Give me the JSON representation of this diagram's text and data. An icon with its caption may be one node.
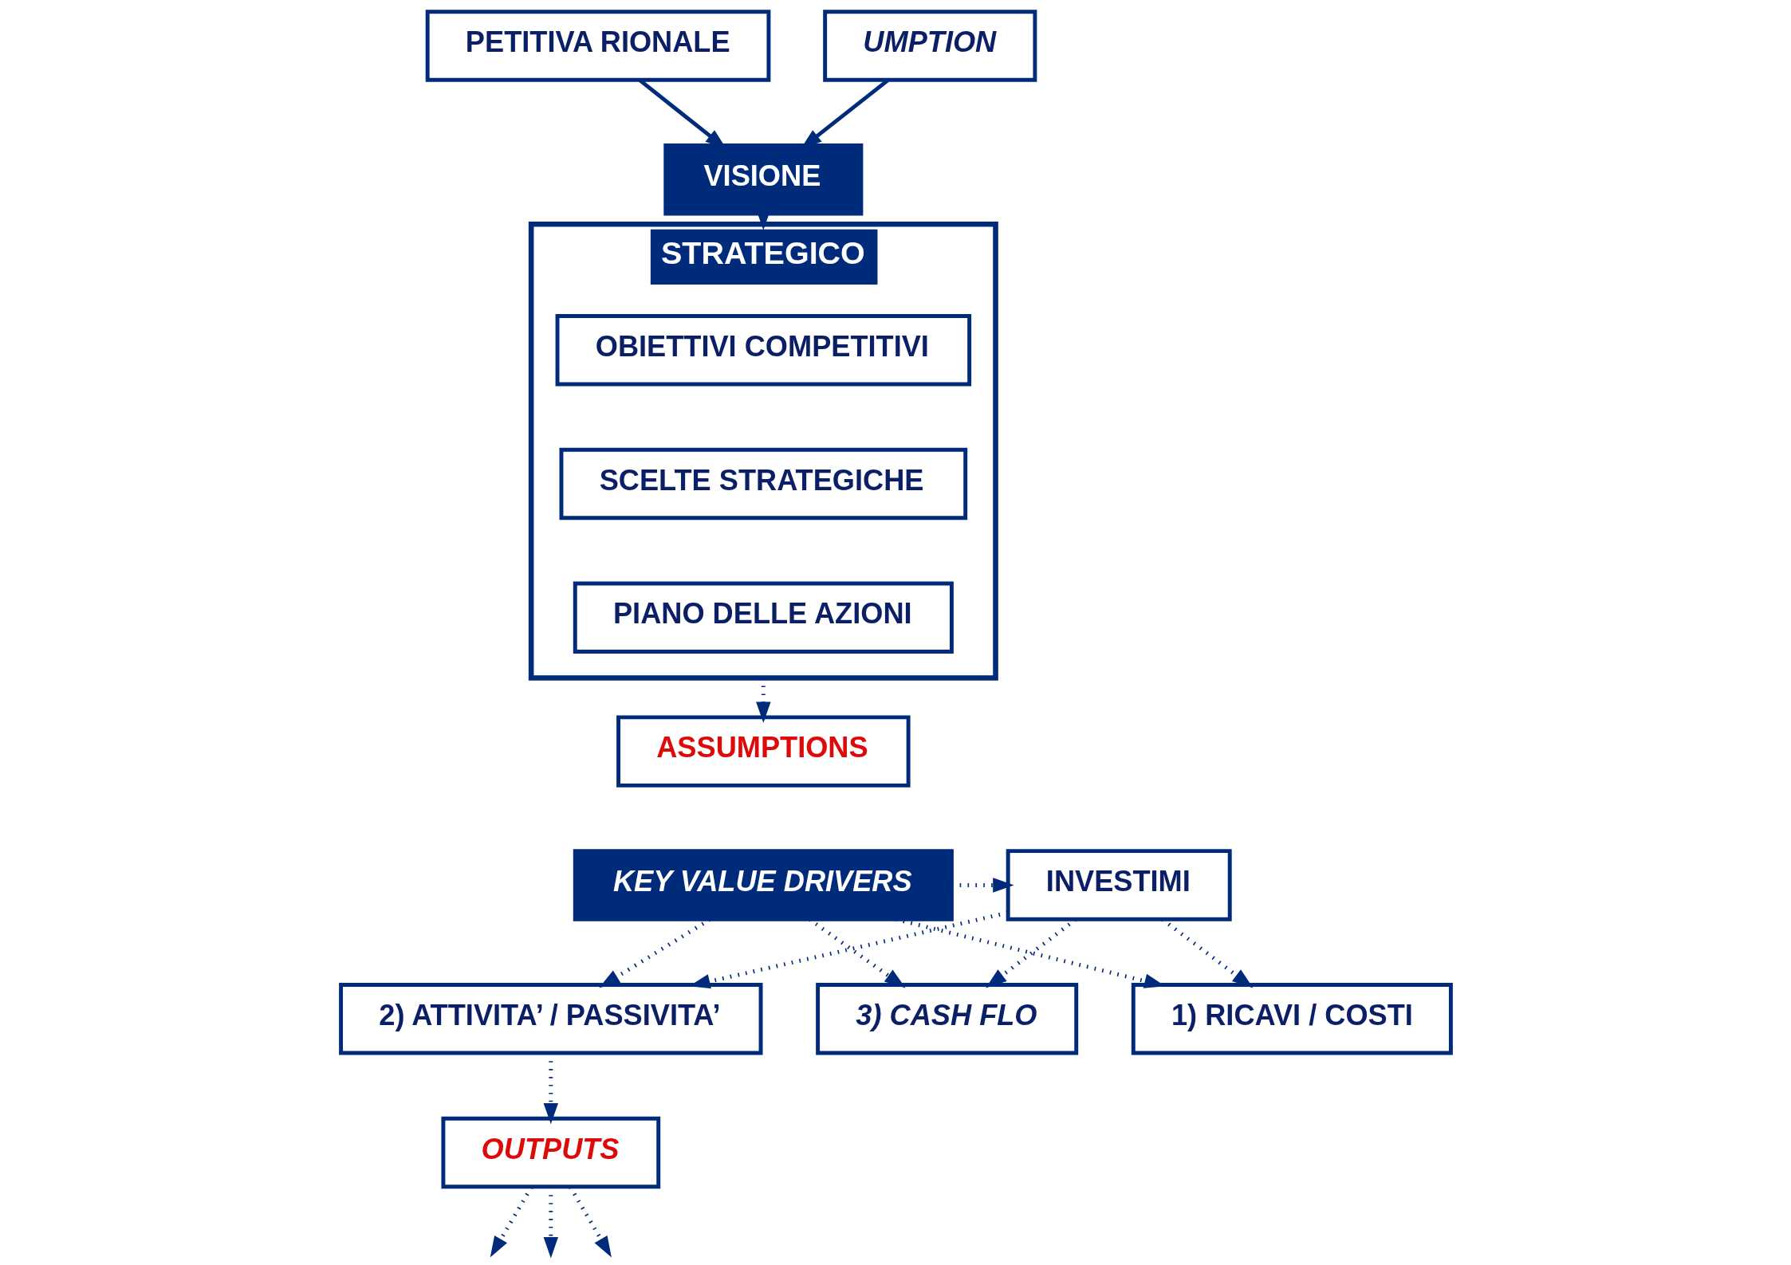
{
  "diagram": {
    "nodes": [
      {
        "text": [
          "PETITIVA RIONALE"
        ]
      },
      {
        "text": [
          "UMPTION"
        ]
      },
      {
        "text": [
          "VISIONE"
        ]
      },
      {
        "text": [
          "STRATEGICO"
        ]
      },
      {
        "text": [
          "OBIETTIVI COMPETITIVI"
        ],
        "in": 3
      },
      {
        "text": [
          "SCELTE STRATEGICHE"
        ],
        "in": 3
      },
      {
        "text": [
          "PIANO DELLE AZIONI"
        ],
        "in": 3
      },
      {
        "text": [
          "ASSUMPTIONS"
        ]
      },
      {
        "text": [
          "KEY VALUE DRIVERS"
        ]
      },
      {
        "text": [
          "INVESTIMI"
        ]
      },
      {
        "text": [
          "1) RICAVI / COSTI"
        ]
      },
      {
        "text": [
          "2) ATTIVITA’ / PASSIVITA’"
        ]
      },
      {
        "text": [
          "3) CASH FLO"
        ]
      },
      {
        "text": [
          "OUTPUTS"
        ]
      }
    ],
    "edges": [
      {
        "from": 0,
        "to": 2,
        "arrow": "to"
      },
      {
        "from": 1,
        "to": 2,
        "arrow": "to"
      },
      {
        "from": 2,
        "to": 3,
        "arrow": "to"
      },
      {
        "from": 3,
        "to": 7,
        "arrow": "to",
        "style": "dashed"
      },
      {
        "from": 8,
        "to": 9,
        "arrow": "to",
        "style": "dashed"
      },
      {
        "from": 8,
        "to": 10,
        "arrow": "to",
        "style": "dashed"
      },
      {
        "from": 8,
        "to": 11,
        "arrow": "to",
        "style": "dashed"
      },
      {
        "from": 8,
        "to": 12,
        "arrow": "to",
        "style": "dashed"
      },
      {
        "from": 9,
        "to": 10,
        "arrow": "to",
        "style": "dashed"
      },
      {
        "from": 9,
        "to": 11,
        "arrow": "to",
        "style": "dashed"
      },
      {
        "from": 9,
        "to": 12,
        "arrow": "to",
        "style": "dashed"
      },
      {
        "from": 11,
        "to": 13,
        "arrow": "to",
        "style": "dashed"
      },
      {
        "from": 13,
        "to": null,
        "arrow": "to",
        "style": "dashed"
      },
      {
        "from": 13,
        "to": null,
        "arrow": "to",
        "style": "dashed"
      },
      {
        "from": 13,
        "to": null,
        "arrow": "to",
        "style": "dashed"
      }
    ]
  }
}
